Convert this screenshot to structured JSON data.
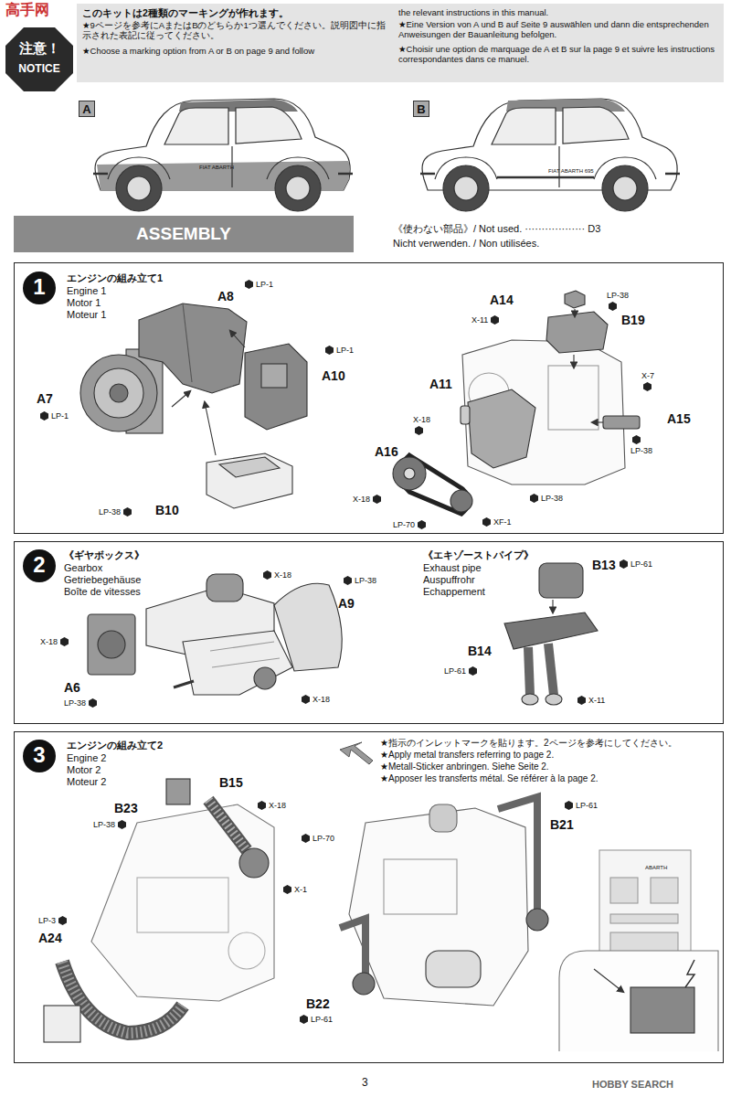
{
  "diagram": {
    "nodes": [
      {
        "text": [
          "注意！",
          "NOTICE"
        ]
      },
      {
        "text": [
          "このキットは2種類のマーキングが作れます。",
          "★9ページを参考にAまたはBのどちらか1つ選んでください。説明図中に指示された表記に従ってください。",
          "★Choose a marking option from A or B on page 9 and follow",
          "the relevant instructions in this manual.",
          "★Eine Version von A und B auf Seite 9 auswählen und dann die entsprechenden Anweisungen der Bauanleitung befolgen.",
          "★Choisir une option de marquage de A et B sur la page 9 et suivre les instructions correspondantes dans ce manuel."
        ]
      },
      {
        "text": [
          "A"
        ]
      },
      {
        "text": [
          "B"
        ]
      },
      {
        "text": [
          "ASSEMBLY"
        ]
      },
      {
        "text": [
          "エンジンの組み立て1",
          "Engine 1",
          "Motor 1",
          "Moteur 1"
        ]
      },
      {
        "text": [
          "1"
        ],
        "in": 5
      },
      {
        "text": [
          "《ギヤボックス》",
          "Gearbox",
          "Getriebegehäuse",
          "Boîte de vitesses",
          "《エキゾーストパイプ》",
          "Exhaust pipe",
          "Auspuffrohr",
          "Echappement"
        ]
      },
      {
        "text": [
          "2"
        ],
        "in": 7
      },
      {
        "text": [
          "エンジンの組み立て2",
          "Engine 2",
          "Motor 2",
          "Moteur 2",
          "★指示のインレットマークを貼ります。2ページを参考にしてください。",
          "★Apply metal transfers referring to page 2.",
          "★Metall-Sticker anbringen. Siehe Seite 2.",
          "★Apposer les transferts métal. Se référer à la page 2."
        ]
      },
      {
        "text": [
          "3"
        ],
        "in": 9
      }
    ],
    "labels": [
      "高手网",
      "FIAT ABARTH",
      "FIAT ABARTH 695",
      "《使わない部品》/ Not used. ·················· D3",
      "Nicht verwenden. / Non utilisées.",
      "A8",
      "LP-1",
      "LP-1",
      "A10",
      "A7",
      "LP-1",
      "LP-38",
      "B10",
      "A14",
      "X-11",
      "LP-38",
      "B19",
      "A11",
      "X-7",
      "A15",
      "LP-38",
      "A16",
      "X-18",
      "X-18",
      "LP-38",
      "LP-70",
      "XF-1",
      "X-18",
      "LP-38",
      "A9",
      "X-18",
      "A6",
      "LP-38",
      "X-18",
      "B13",
      "LP-61",
      "B14",
      "LP-61",
      "X-11",
      "B15",
      "B23",
      "LP-38",
      "X-18",
      "LP-70",
      "X-1",
      "LP-3",
      "A24",
      "LP-61",
      "B21",
      "B22",
      "LP-61",
      "ABARTH",
      "3",
      "HOBBY SEARCH"
    ]
  }
}
